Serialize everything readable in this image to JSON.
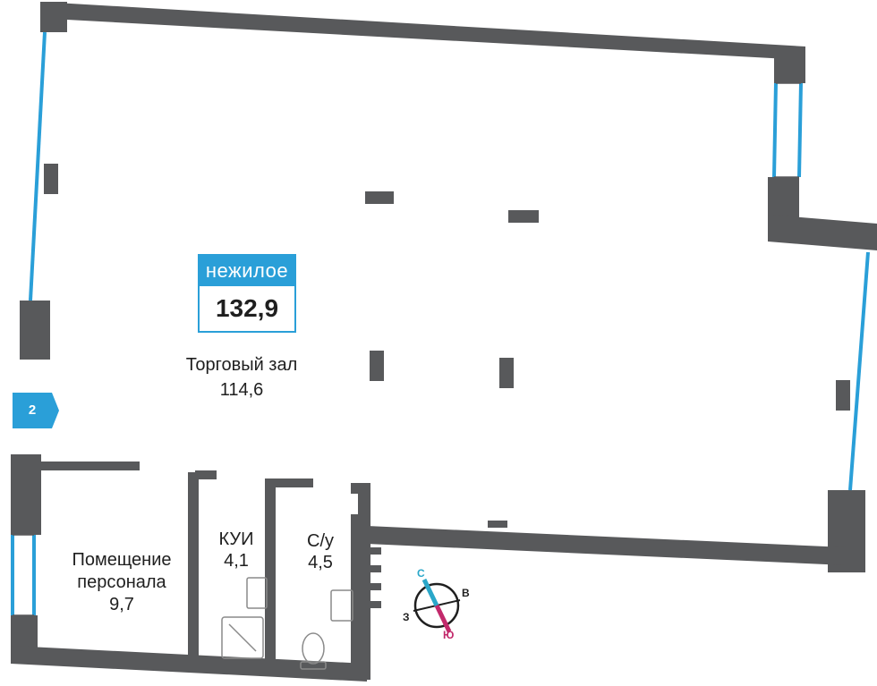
{
  "badge": {
    "type": "нежилое",
    "area": "132,9"
  },
  "rooms": {
    "sales_hall": {
      "name": "Торговый зал",
      "area": "114,6"
    },
    "staff": {
      "name_line1": "Помещение",
      "name_line2": "персонала",
      "area": "9,7"
    },
    "kui": {
      "name": "КУИ",
      "area": "4,1"
    },
    "wc": {
      "name": "С/у",
      "area": "4,5"
    }
  },
  "entrance": {
    "number": "2"
  },
  "compass": {
    "north": "С",
    "south": "Ю",
    "east": "В",
    "west": "З"
  },
  "colors": {
    "wall": "#58595b",
    "window": "#2a9fd8",
    "badge": "#2a9fd8",
    "north": "#2aa7c9",
    "south": "#c2296b"
  }
}
